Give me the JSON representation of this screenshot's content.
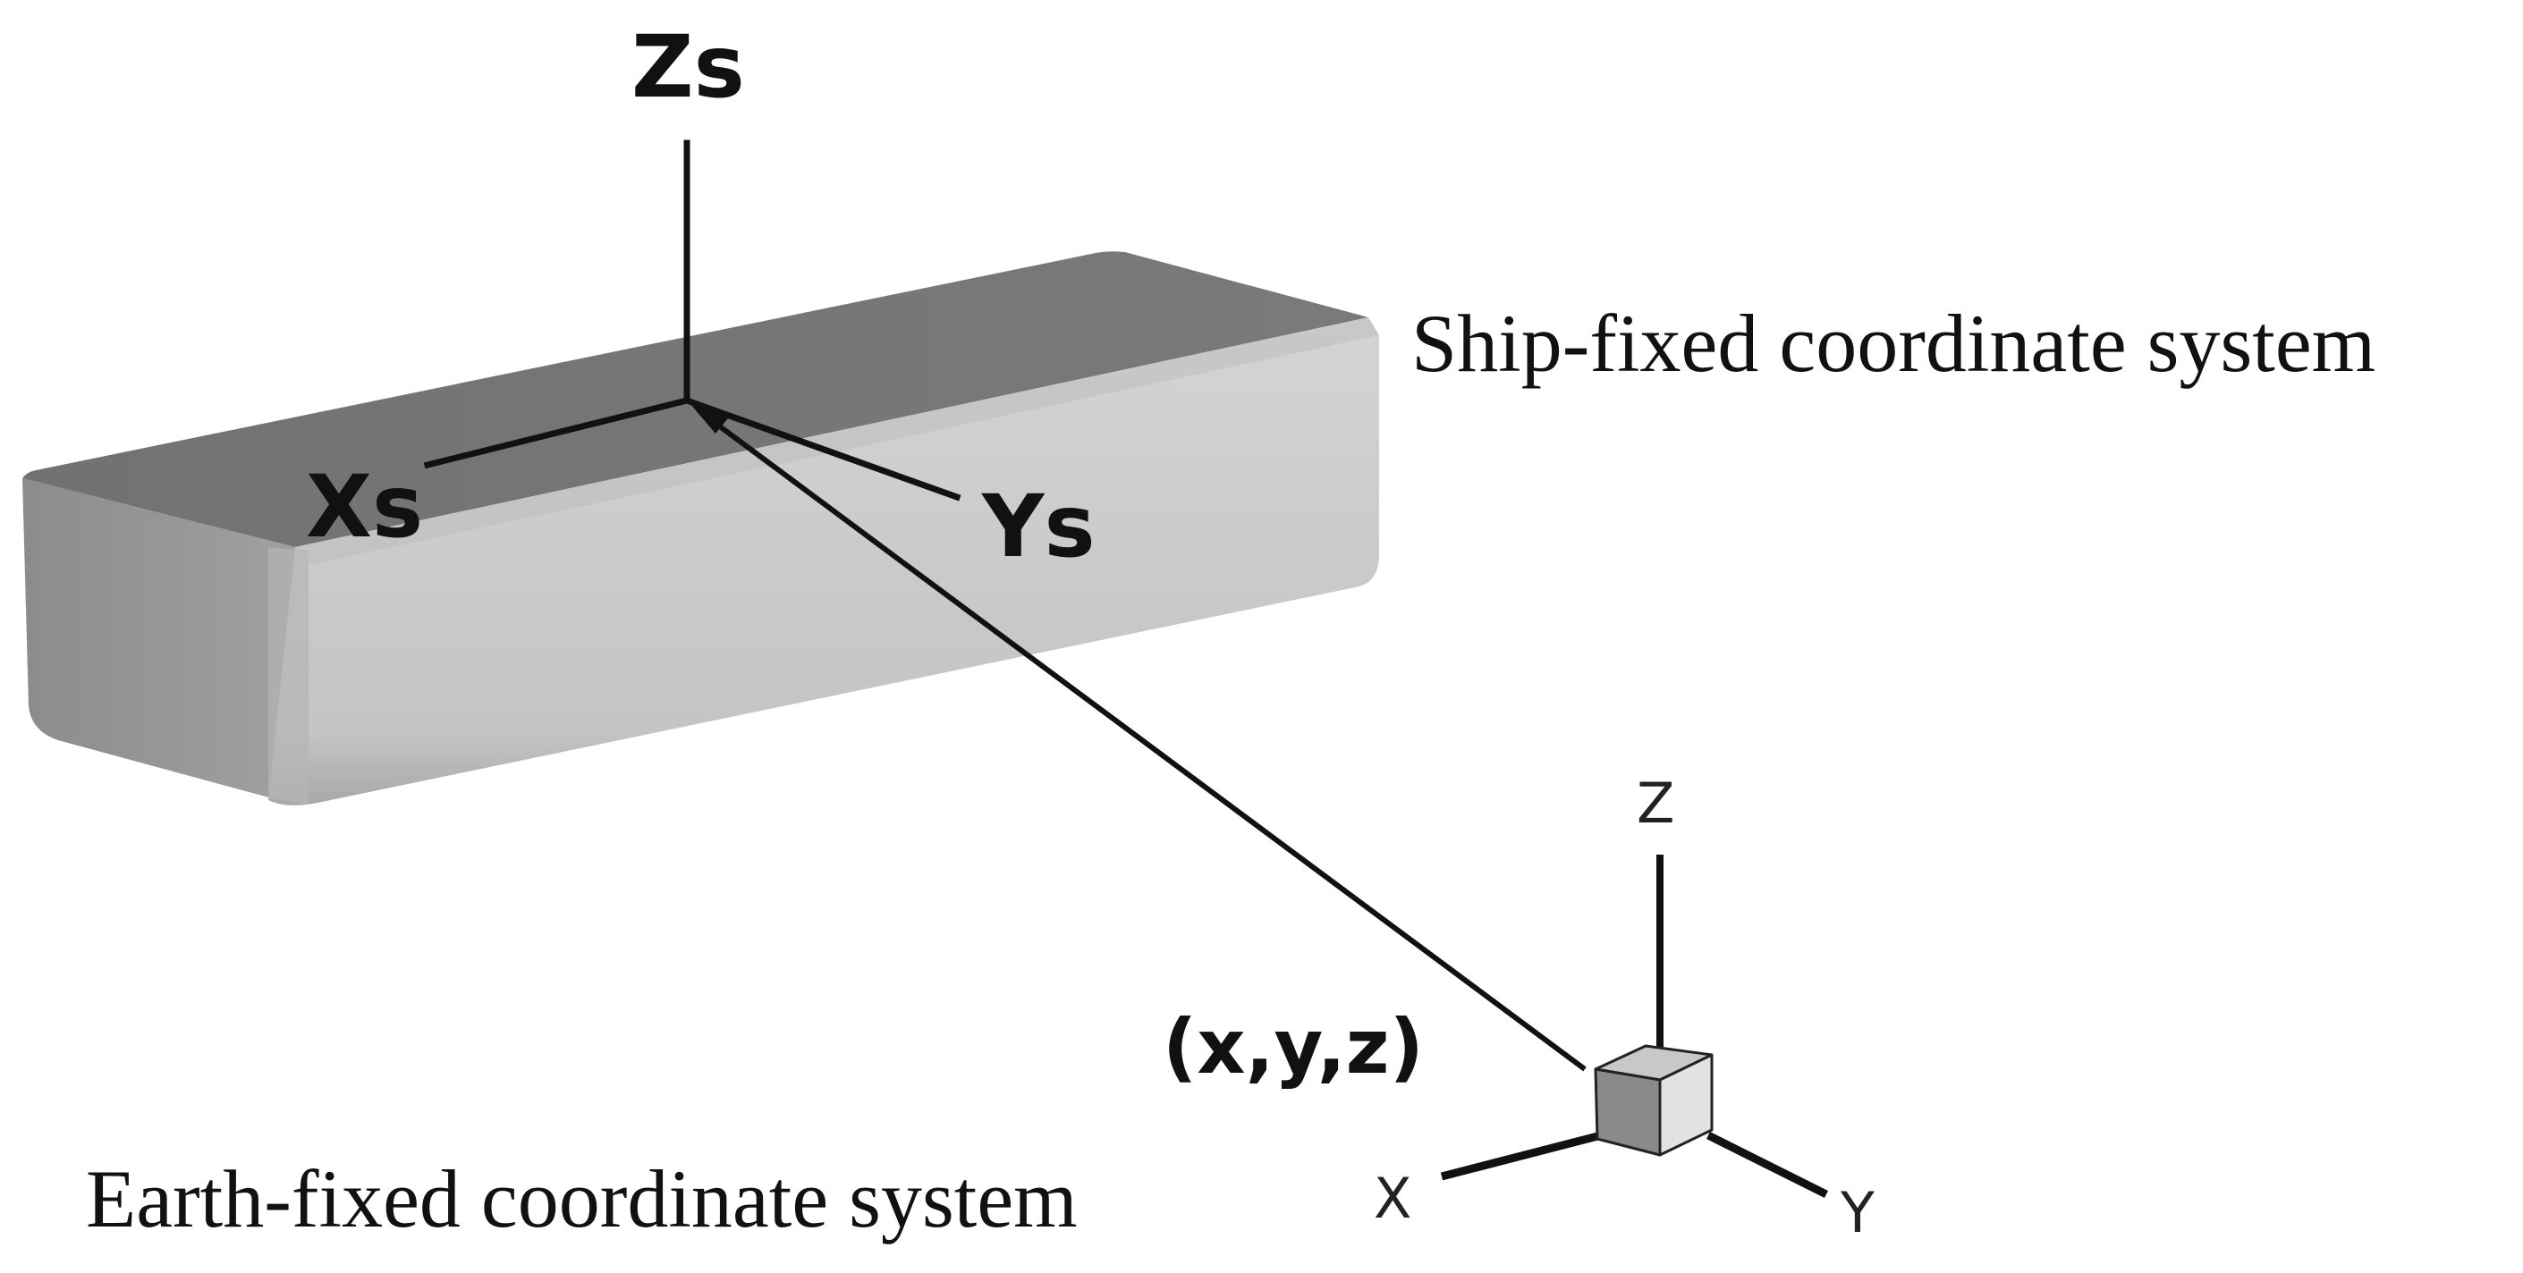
{
  "ship": {
    "caption": "Ship-fixed coordinate system",
    "axes": {
      "x": "Xs",
      "y": "Ys",
      "z": "Zs"
    }
  },
  "earth": {
    "caption": "Earth-fixed coordinate system",
    "axes": {
      "x": "X",
      "y": "Y",
      "z": "Z"
    }
  },
  "position_label": "(x,y,z)",
  "colors": {
    "hull_top": "#777777",
    "hull_side": "#c8c8c8",
    "hull_end": "#9a9a9a",
    "cube_light": "#e2e2e2",
    "cube_dark": "#8a8a8a",
    "lines": "#111111"
  }
}
